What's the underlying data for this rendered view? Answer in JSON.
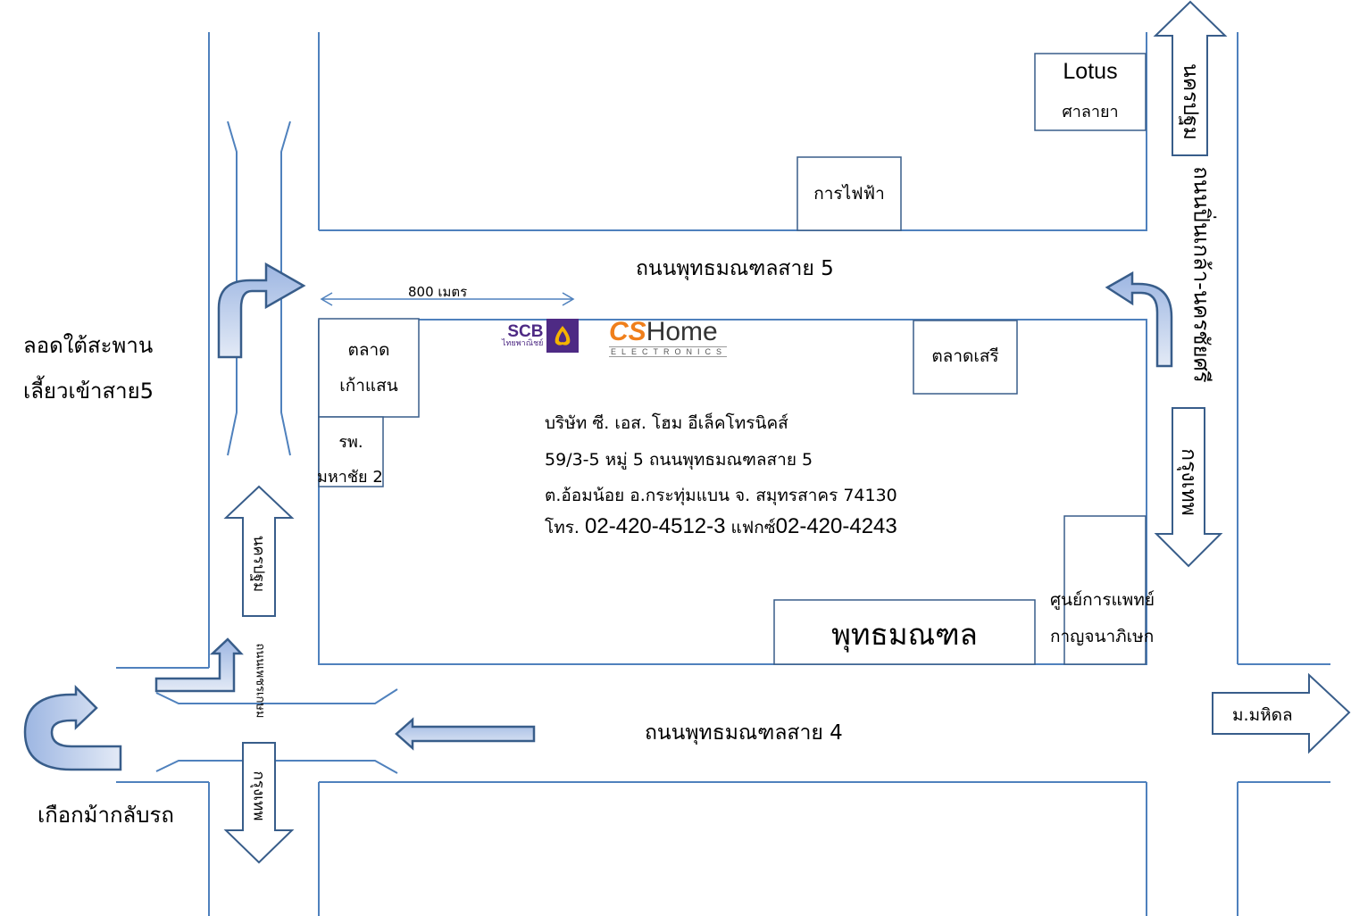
{
  "map": {
    "roads": {
      "road_lane5": "ถนนพุทธมณฑลสาย 5",
      "road_lane4": "ถนนพุทธมณฑลสาย 4",
      "road_pinklao_nakhonchaisi": "ถนนปิ่นเกล้า-นครชัยศรี",
      "road_phetkasem": "ถนนเพชรเกษม"
    },
    "distance_label": "800 เมตร",
    "landmarks": {
      "lotus_title": "Lotus",
      "lotus_subtitle": "ศาลายา",
      "electricity": "การไฟฟ้า",
      "market_kaosaen_line1": "ตลาด",
      "market_kaosaen_line2": "เก้าแสน",
      "hospital_line1": "รพ.",
      "hospital_line2": "มหาชัย 2",
      "market_seri": "ตลาดเสรี",
      "buddhamonthon": "พุทธมณฑล",
      "medical_center_line1": "ศูนย์การแพทย์",
      "medical_center_line2": "กาญจนาภิเษก"
    },
    "directions": {
      "nakhon_pathom_top": "นครปฐม",
      "bangkok_right": "กรุงเทพ",
      "nakhon_pathom_left": "นครปฐม",
      "bangkok_left": "กรุงเทพ",
      "mahidol": "ม.มหิดล"
    },
    "instructions": {
      "underpass_line1": "ลอดใต้สะพาน",
      "underpass_line2": "เลี้ยวเข้าสาย5",
      "uturn": "เกือกม้ากลับรถ"
    },
    "logos": {
      "scb_name": "SCB",
      "scb_thai": "ไทยพาณิชย์",
      "cs_prefix": "CS",
      "cs_home": "Home",
      "cs_sub": "ELECTRONICS"
    },
    "company": {
      "name": "บริษัท ซี. เอส. โฮม อีเล็คโทรนิคส์",
      "address1": "59/3-5 หมู่ 5 ถนนพุทธมณฑลสาย 5",
      "address2": "ต.อ้อมน้อย อ.กระทุ่มแบน  จ. สมุทรสาคร 74130",
      "tel_label": "โทร.",
      "tel": "02-420-4512-3",
      "fax_label": "แฟกซ์",
      "fax": "02-420-4243"
    },
    "colors": {
      "road": "#4f81bd",
      "outline": "#385d8a",
      "scb_purple": "#4e2a84",
      "cs_orange": "#f07f1b"
    }
  }
}
